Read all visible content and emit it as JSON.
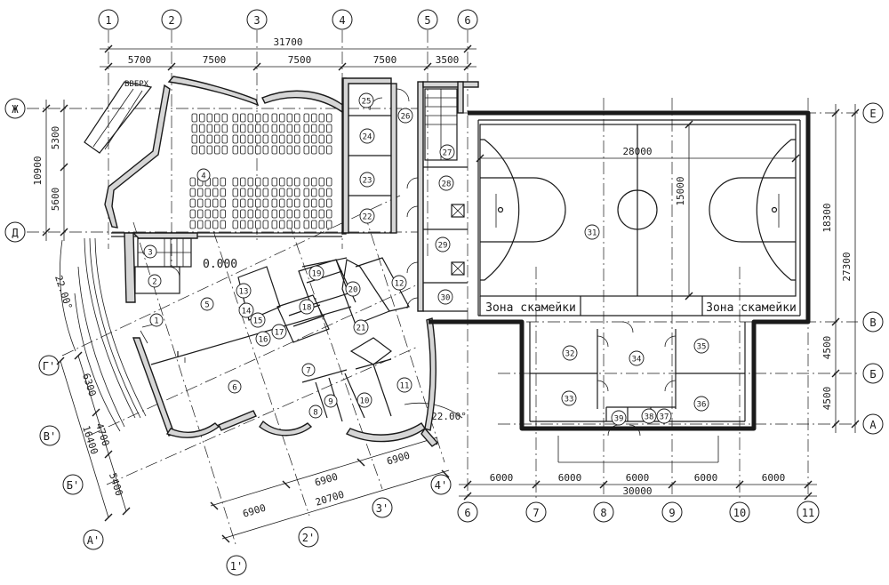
{
  "axes_top": [
    "1",
    "2",
    "3",
    "4",
    "5",
    "6"
  ],
  "axes_left": [
    "Ж",
    "Д"
  ],
  "axes_right": [
    "Е",
    "В",
    "Б",
    "А"
  ],
  "axes_bottom_gym": [
    "6",
    "7",
    "8",
    "9",
    "10",
    "11"
  ],
  "axes_rotated_letters": [
    "Г'",
    "В'",
    "Б'",
    "А'"
  ],
  "axes_rotated_numbers": [
    "1'",
    "2'",
    "3'",
    "4'"
  ],
  "dims_top": {
    "total": "31700",
    "spans": [
      "5700",
      "7500",
      "7500",
      "7500",
      "3500"
    ]
  },
  "dims_left": {
    "total": "10900",
    "spans": [
      "5300",
      "5600"
    ]
  },
  "dims_right": {
    "spans": [
      "18300",
      "27300",
      "4500",
      "4500"
    ]
  },
  "dims_gym_inner": {
    "length": "28000",
    "width": "15000"
  },
  "dims_bottom_gym": {
    "spans": [
      "6000",
      "6000",
      "6000",
      "6000",
      "6000"
    ],
    "total": "30000"
  },
  "dims_rotated_bottom": {
    "spans": [
      "6900",
      "6900",
      "6900"
    ],
    "total": "20700"
  },
  "dims_rotated_left": {
    "spans": [
      "6300",
      "4700",
      "5400"
    ],
    "total": "16400"
  },
  "angles": [
    "22.00°",
    "22.00°"
  ],
  "level_mark": "0.000",
  "stair_note": "ВВЕРХ",
  "bench_zone_label": "Зона скамейки",
  "rooms": [
    "1",
    "2",
    "3",
    "4",
    "5",
    "6",
    "7",
    "8",
    "9",
    "10",
    "11",
    "12",
    "13",
    "14",
    "15",
    "16",
    "17",
    "18",
    "19",
    "20",
    "21",
    "22",
    "23",
    "24",
    "25",
    "26",
    "27",
    "28",
    "29",
    "30",
    "31",
    "32",
    "33",
    "34",
    "35",
    "36",
    "37",
    "38",
    "39"
  ]
}
